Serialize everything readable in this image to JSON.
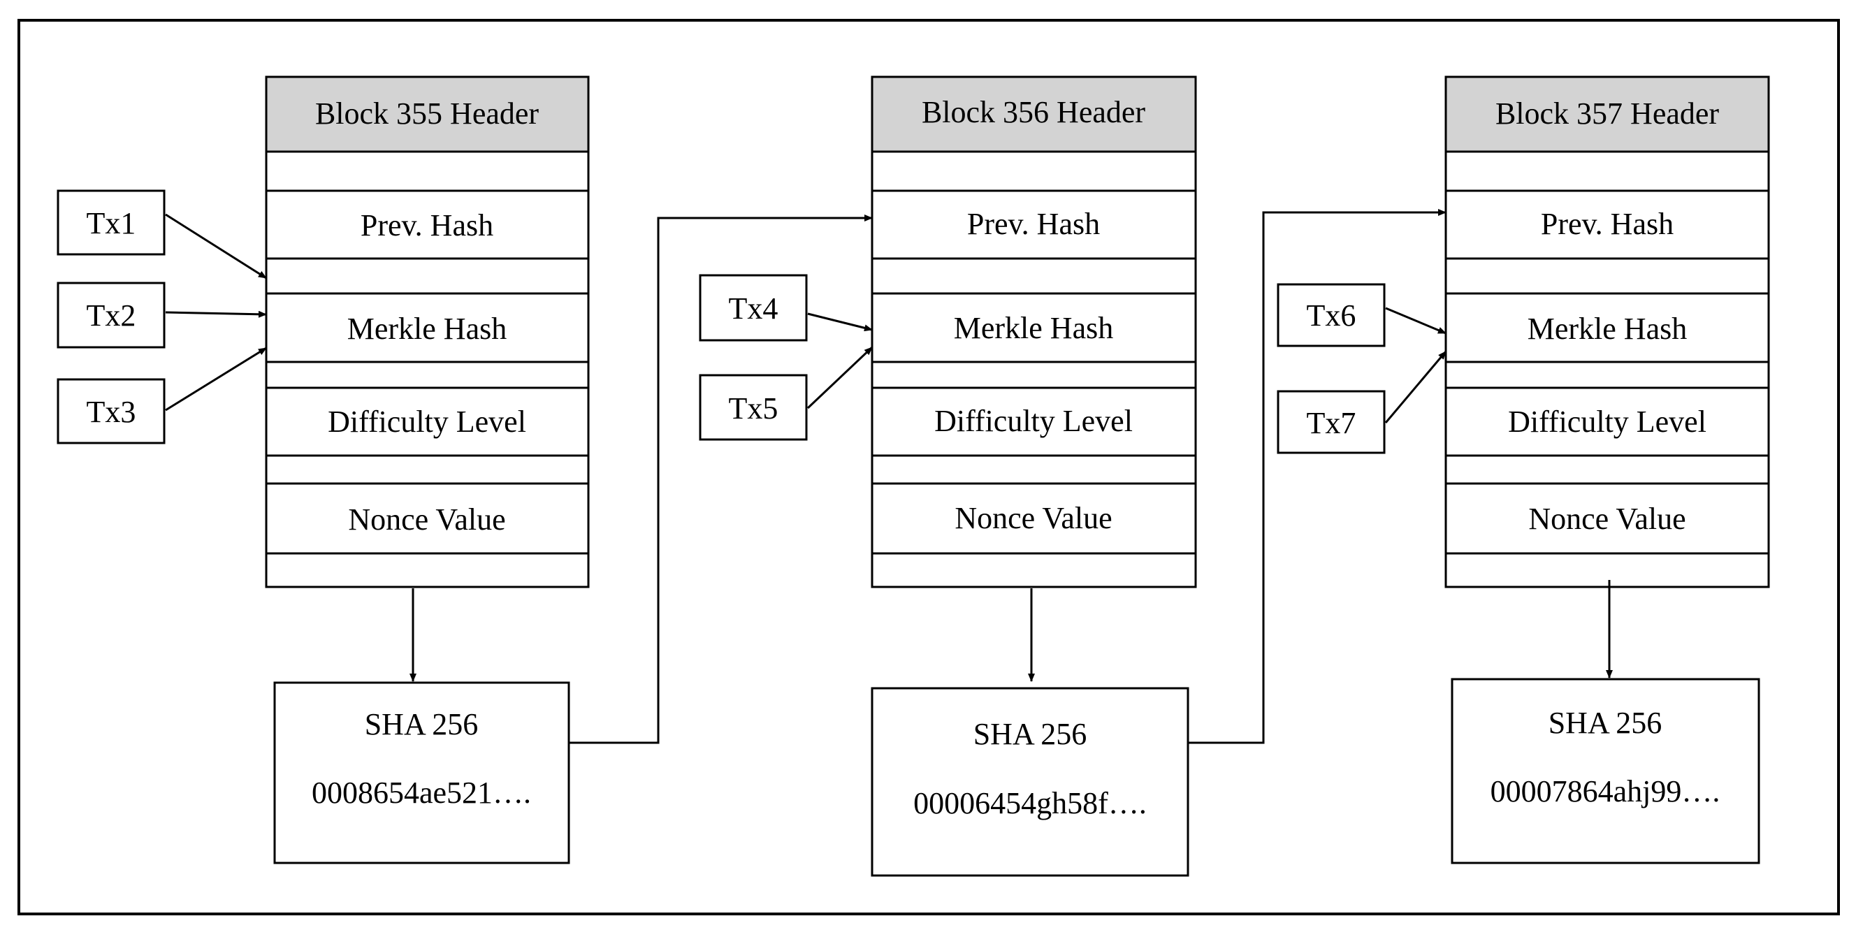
{
  "colors": {
    "header_fill": "#d3d3d3",
    "line": "#000000",
    "background": "#ffffff"
  },
  "blocks": [
    {
      "header": "Block 355 Header",
      "fields": [
        "Prev. Hash",
        "Merkle Hash",
        "Difficulty Level",
        "Nonce Value"
      ],
      "hash": {
        "algo": "SHA 256",
        "value": "0008654ae521…."
      }
    },
    {
      "header": "Block 356 Header",
      "fields": [
        "Prev. Hash",
        "Merkle Hash",
        "Difficulty Level",
        "Nonce Value"
      ],
      "hash": {
        "algo": "SHA 256",
        "value": "00006454gh58f…."
      }
    },
    {
      "header": "Block 357 Header",
      "fields": [
        "Prev. Hash",
        "Merkle Hash",
        "Difficulty Level",
        "Nonce Value"
      ],
      "hash": {
        "algo": "SHA 256",
        "value": "00007864ahj99…."
      }
    }
  ],
  "transactions": [
    "Tx1",
    "Tx2",
    "Tx3",
    "Tx4",
    "Tx5",
    "Tx6",
    "Tx7"
  ]
}
